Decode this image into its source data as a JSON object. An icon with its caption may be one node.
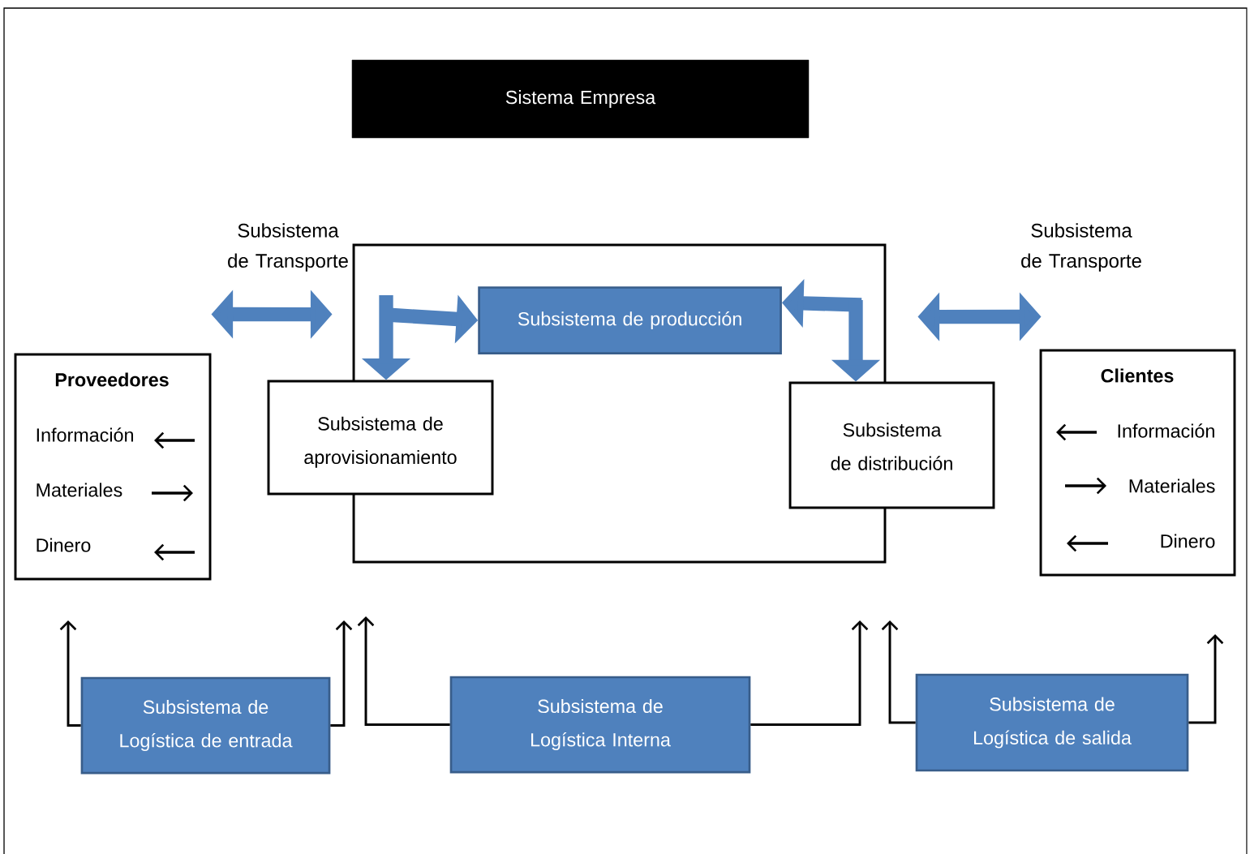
{
  "diagram": {
    "nodes": [
      {
        "text": [
          "Sistema Empresa"
        ]
      },
      {
        "text": [
          "Proveedores",
          "Información",
          "Materiales",
          "Dinero"
        ]
      },
      {
        "text": [],
        "shape": "box"
      },
      {
        "text": [
          "Subsistema de producción"
        ],
        "in": 2
      },
      {
        "text": [
          "Subsistema de aprovisionamiento"
        ]
      },
      {
        "text": [
          "Subsistema de distribución"
        ]
      },
      {
        "text": [
          "Clientes",
          "Información",
          "Materiales",
          "Dinero"
        ]
      },
      {
        "text": [
          "Subsistema de Logística de entrada"
        ]
      },
      {
        "text": [
          "Subsistema de Logística Interna"
        ]
      },
      {
        "text": [
          "Subsistema de Logística de salida"
        ]
      }
    ],
    "edges": [
      {
        "from": 1,
        "to": 2,
        "arrow": "both",
        "style": "thick",
        "color": "#4f81bd"
      },
      {
        "from": 2,
        "to": 6,
        "arrow": "both",
        "style": "thick",
        "color": "#4f81bd"
      },
      {
        "from": null,
        "to": 3,
        "arrow": "to",
        "style": "thick",
        "color": "#4f81bd"
      },
      {
        "from": null,
        "to": 4,
        "arrow": "to",
        "style": "thick",
        "color": "#4f81bd"
      },
      {
        "from": null,
        "to": 3,
        "arrow": "to",
        "style": "thick",
        "color": "#4f81bd"
      },
      {
        "from": null,
        "to": 5,
        "arrow": "to",
        "style": "thick",
        "color": "#4f81bd"
      },
      {
        "from": 7,
        "to": null,
        "arrow": "to",
        "color": "#000000"
      },
      {
        "from": 7,
        "to": null,
        "arrow": "to",
        "color": "#000000"
      },
      {
        "from": 8,
        "to": null,
        "arrow": "to",
        "color": "#000000"
      },
      {
        "from": 8,
        "to": null,
        "arrow": "to",
        "color": "#000000"
      },
      {
        "from": 9,
        "to": null,
        "arrow": "to",
        "color": "#000000"
      },
      {
        "from": 9,
        "to": null,
        "arrow": "to",
        "color": "#000000"
      }
    ],
    "labels": [
      "Subsistema de Transporte",
      "Subsistema de Transporte"
    ]
  }
}
